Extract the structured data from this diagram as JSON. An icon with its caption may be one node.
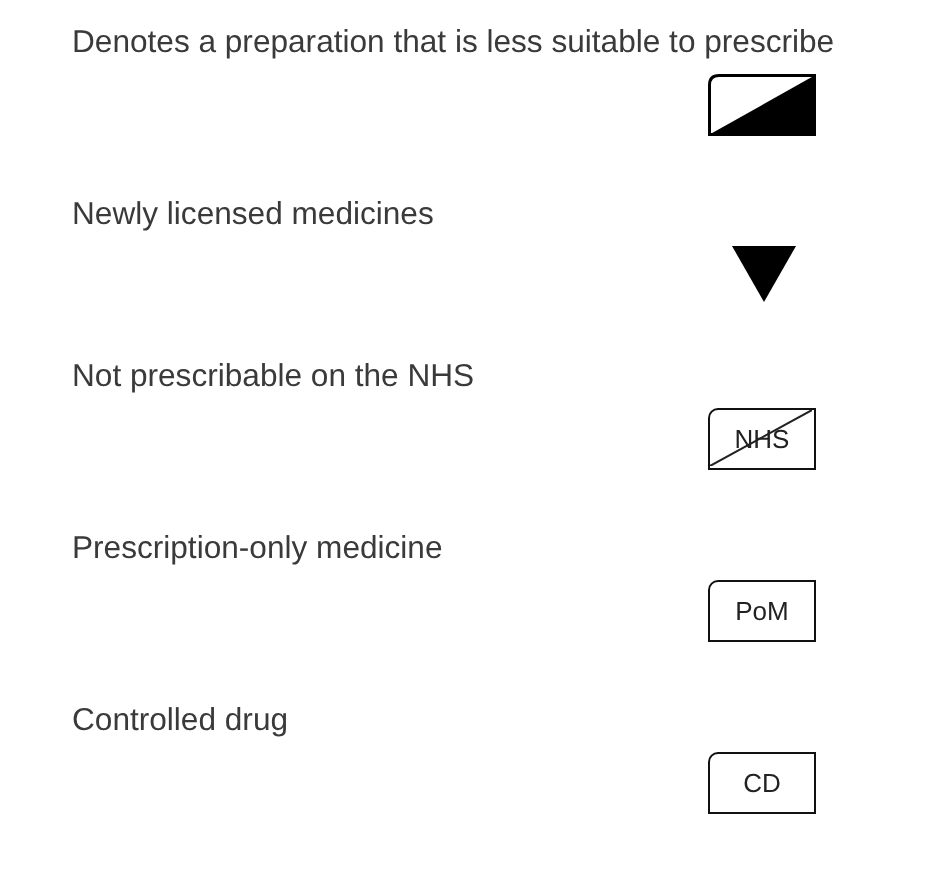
{
  "diagram": {
    "nodes": [
      {
        "text": [],
        "shape": "box"
      },
      {
        "text": [],
        "shape": "triangle"
      },
      {
        "text": [
          "NHS"
        ]
      },
      {
        "text": [
          "PoM"
        ]
      },
      {
        "text": [
          "CD"
        ]
      }
    ],
    "labels": [
      "Denotes a preparation that is less suitable to prescribe",
      "Newly licensed medicines",
      "Not prescribable on the NHS",
      "Prescription-only medicine",
      "Controlled drug"
    ]
  }
}
